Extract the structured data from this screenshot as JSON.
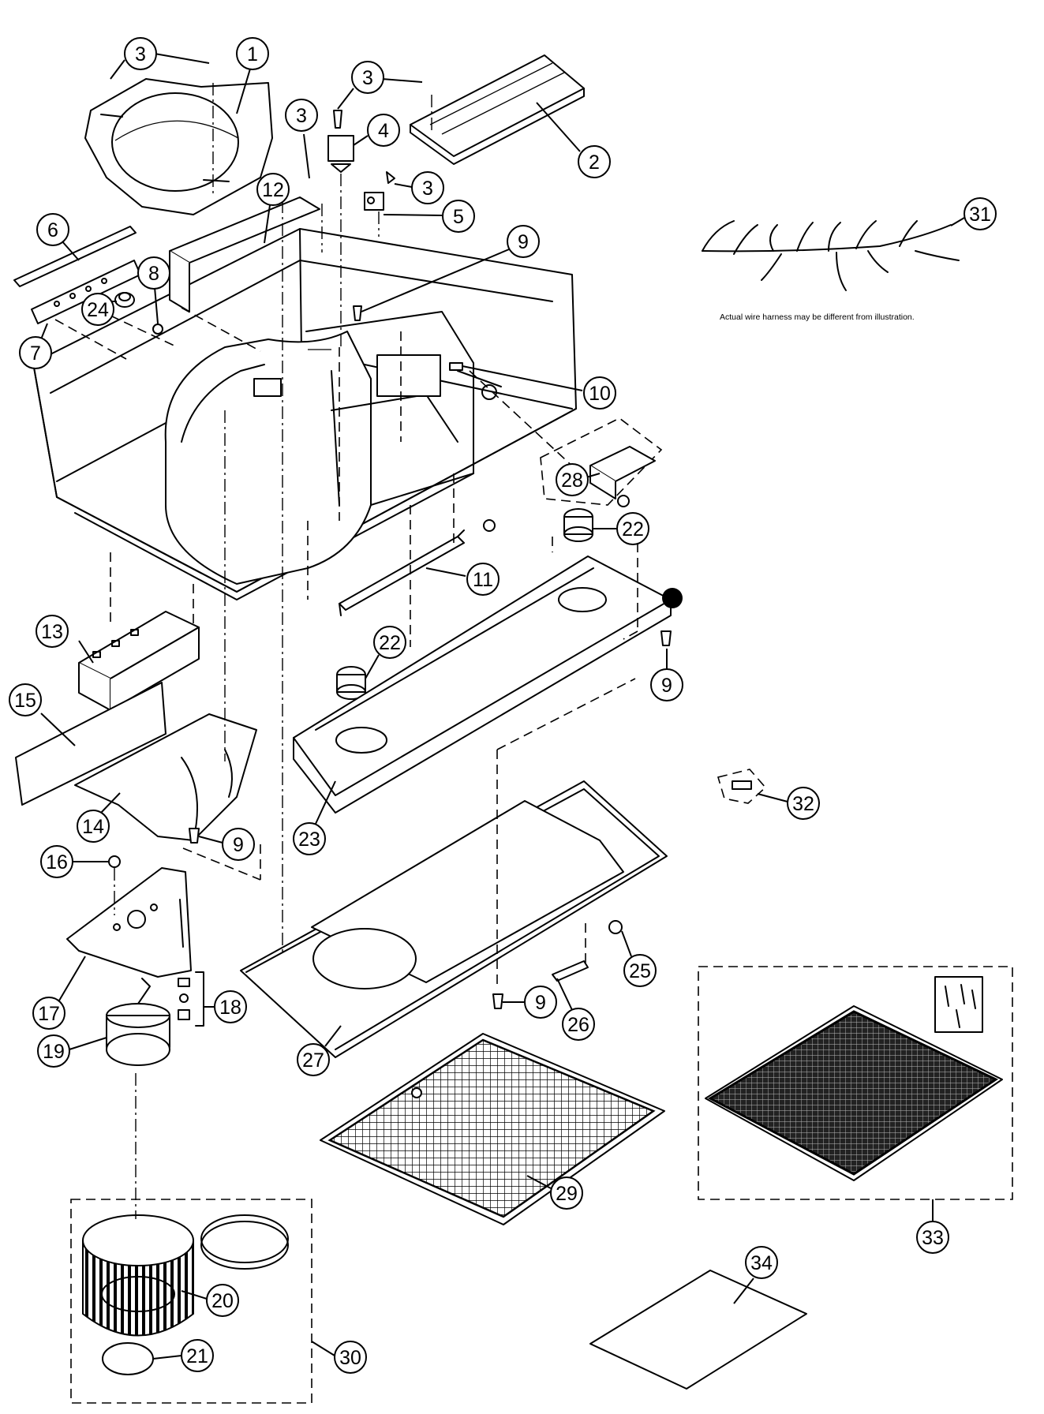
{
  "diagram": {
    "note": "Actual wire harness may be different from illustration.",
    "callouts": [
      {
        "id": "c1",
        "label": "1"
      },
      {
        "id": "c2",
        "label": "2"
      },
      {
        "id": "c3a",
        "label": "3"
      },
      {
        "id": "c3b",
        "label": "3"
      },
      {
        "id": "c3c",
        "label": "3"
      },
      {
        "id": "c3d",
        "label": "3"
      },
      {
        "id": "c4",
        "label": "4"
      },
      {
        "id": "c5",
        "label": "5"
      },
      {
        "id": "c6",
        "label": "6"
      },
      {
        "id": "c7",
        "label": "7"
      },
      {
        "id": "c8",
        "label": "8"
      },
      {
        "id": "c9a",
        "label": "9"
      },
      {
        "id": "c9b",
        "label": "9"
      },
      {
        "id": "c9c",
        "label": "9"
      },
      {
        "id": "c9d",
        "label": "9"
      },
      {
        "id": "c10",
        "label": "10"
      },
      {
        "id": "c11",
        "label": "11"
      },
      {
        "id": "c12",
        "label": "12"
      },
      {
        "id": "c13",
        "label": "13"
      },
      {
        "id": "c14",
        "label": "14"
      },
      {
        "id": "c15",
        "label": "15"
      },
      {
        "id": "c16",
        "label": "16"
      },
      {
        "id": "c17",
        "label": "17"
      },
      {
        "id": "c18",
        "label": "18"
      },
      {
        "id": "c19",
        "label": "19"
      },
      {
        "id": "c20",
        "label": "20"
      },
      {
        "id": "c21",
        "label": "21"
      },
      {
        "id": "c22a",
        "label": "22"
      },
      {
        "id": "c22b",
        "label": "22"
      },
      {
        "id": "c23",
        "label": "23"
      },
      {
        "id": "c24",
        "label": "24"
      },
      {
        "id": "c25",
        "label": "25"
      },
      {
        "id": "c26",
        "label": "26"
      },
      {
        "id": "c27",
        "label": "27"
      },
      {
        "id": "c28",
        "label": "28"
      },
      {
        "id": "c29",
        "label": "29"
      },
      {
        "id": "c30",
        "label": "30"
      },
      {
        "id": "c31",
        "label": "31"
      },
      {
        "id": "c32",
        "label": "32"
      },
      {
        "id": "c33",
        "label": "33"
      },
      {
        "id": "c34",
        "label": "34"
      }
    ]
  }
}
